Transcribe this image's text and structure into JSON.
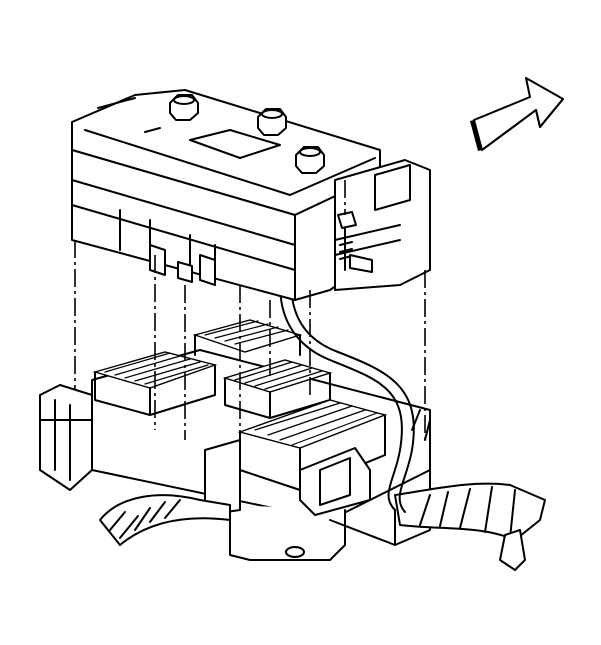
{
  "figure": {
    "labels": []
  },
  "icons": {
    "direction_arrow": "front-of-vehicle-arrow",
    "fuse_block": "fuse-relay-center",
    "wiring_harness": "wiring-harness",
    "nuts": "retaining-nut"
  },
  "colors": {
    "line": "#000000",
    "background": "#ffffff"
  }
}
